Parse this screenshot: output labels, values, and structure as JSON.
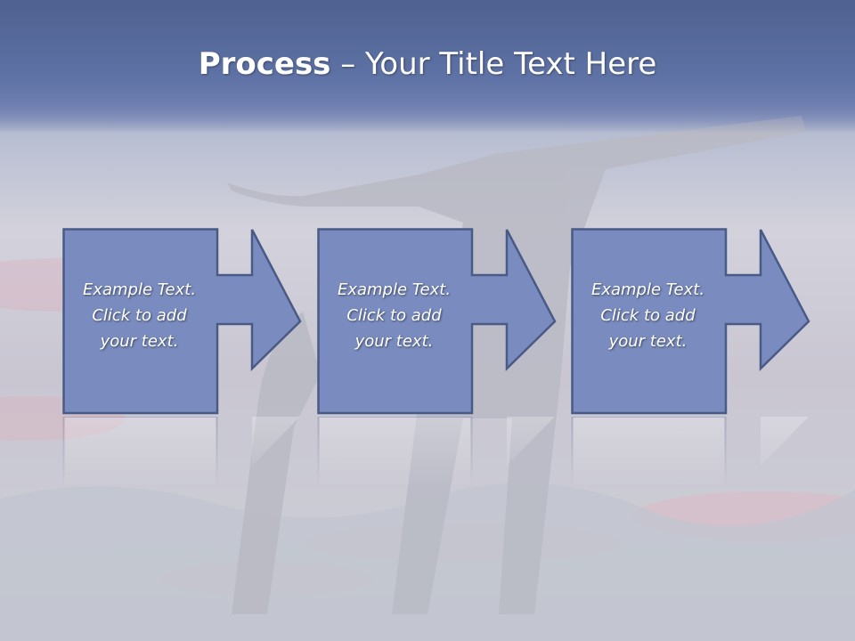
{
  "title": {
    "bold": "Process",
    "rest": " – Your Title Text Here"
  },
  "steps": [
    {
      "line1": "Example Text.",
      "line2": "Click  to add",
      "line3": "your text."
    },
    {
      "line1": "Example Text.",
      "line2": "Click  to add",
      "line3": "your text."
    },
    {
      "line1": "Example Text.",
      "line2": "Click  to add",
      "line3": "your text."
    }
  ],
  "colors": {
    "box_fill": "#7a8cbf",
    "box_stroke": "#4a5a86",
    "title_bar": "#5d71a4",
    "text": "#ffffff"
  }
}
